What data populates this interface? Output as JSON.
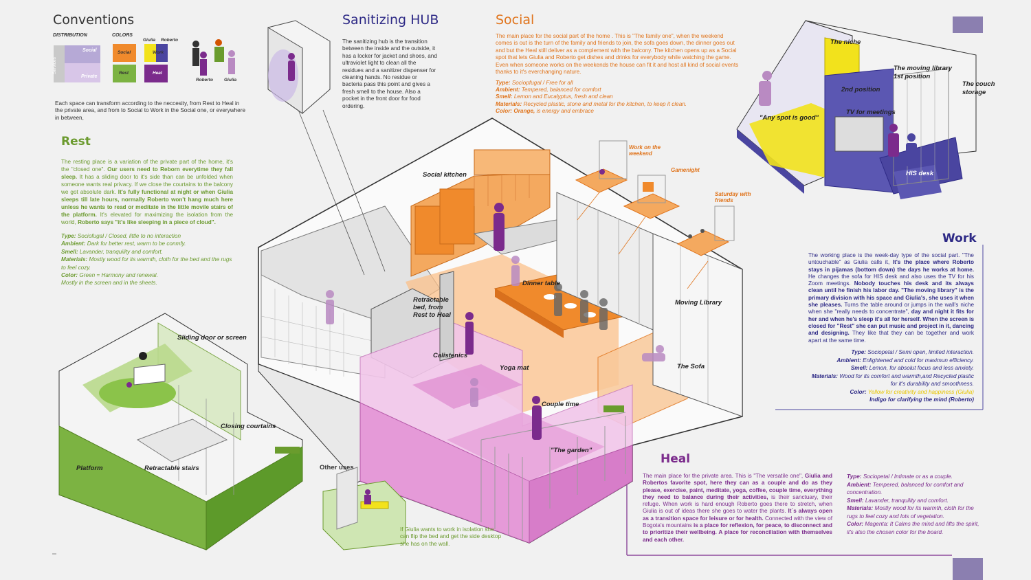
{
  "conventions": {
    "title": "Conventions",
    "distribution_label": "DISTRIBUTION",
    "colors_label": "COLORS",
    "social": "Social",
    "private": "Private",
    "services": "Services",
    "work": "Work",
    "rest": "Rest",
    "heal": "Heal",
    "giulia": "Giulia",
    "roberto": "Roberto",
    "desc": "Each space can transform according to the neccesity, from Rest to Heal in the private area, and from to Social to Work in the Social one, or everywhere in between,"
  },
  "sanitizing": {
    "title": "Sanitizing HUB",
    "text": "The sanitizing hub is the transition between the inside and the outside, it has a locker for jacket and shoes, and ultraviolet light to clean all the residues and a sanitizer dispenser for cleaning hands. No residue or bacteria pass this point and gives a fresh smell to the house. Also a  pocket in the front  door for food ordering."
  },
  "social": {
    "title": "Social",
    "text": "The main place for the social part of the home . This is \"The  family one\", when the weekend comes is out is the turn of the family and friends to join, the sofa goes down, the dinner goes out and but the Heal still deliver as a complement with the balcony. The kitchen opens up as a Social spot that lets Giulia and Roberto get dishes and drinks for everybody while watching the game. Even when someone works on the weekends the house can fit it and host all kind of social events thanks to it's everchanging  nature.",
    "type_k": "Type:",
    "type_v": " Sociopfugal / Free for all",
    "amb_k": "Ambient:",
    "amb_v": " Tempered, balanced for comfort",
    "smell_k": "Smell:",
    "smell_v": " Lemon and Eucalyptus, fresh and clean",
    "mat_k": "Materials:",
    "mat_v": "  Recycled plastic, stone and metal for the kitchen, to keep it clean.",
    "color_k": "Color: Orange,",
    "color_v": " is energy and embrace"
  },
  "rest": {
    "title": "Rest",
    "p1": "The resting place is a variation of the private part of the home, it's the \"closed one\". ",
    "p1b": "Our users need to Reborn  everytime they fall sleep.",
    "p2": " It has a sliding door to it's side than can be unfolded when someone wants real privacy. If we close the courtains to the balcony we got absolute dark. ",
    "p2b": "It's fully functional at night or when Giulia sleeps till late hours, normally Roberto won't hang much here unless he wants to read or meditate in the little movile stairs of the platform.",
    "p3": " It's elevated for maximizing the isolation from the world, ",
    "p3b": "Roberto says \"it's like sleeping in a piece of cloud\".",
    "type_k": "Type:",
    "type_v": " Sociofugal / Closed, little to no interaction",
    "amb_k": "Ambient:",
    "amb_v": " Dark for better rest, warm to be conmfy.",
    "smell_k": "Smell:",
    "smell_v": " Lavander, tranquility and comfort.",
    "mat_k": "Materials:",
    "mat_v": " Mostly wood for its warmth, cloth for the bed and the rugs to feel cozy.",
    "color_k": "Color:",
    "color_v": " Green = Harmony and renewal.",
    "last": "Mostly in the screen and in the sheets."
  },
  "work": {
    "title": "Work",
    "p1": "The working place is the week-day type of the social part. \"The untouchable\" as Giulia calls it, ",
    "p1b": "It's the place where Roberto stays in pijamas (bottom down) the days he works at home.",
    "p2": " He changes the sofa for HIS desk and also uses the TV for his Zoom meetings. ",
    "p2b": "Nobody touches his desk and its always clean until he finish his labor day. \"The moving library\" is the primary division with his space and Giulia's, she uses it when she pleases.",
    "p3": " Turns the table around or jumps in the wall's niche when she \"really needs to concentrate\", ",
    "p3b": "day and night it fits for her and when he's sleep it's all for herself. When the screen is closed for \"Rest\" she can put music and project in it, dancing and designing.",
    "p4": " They like that they can be together and work apart at the same time.",
    "type_k": "Type:",
    "type_v": " Sociopetal / Semi open, limited interaction.",
    "amb_k": "Ambient:",
    "amb_v": " Enlightened and cold for maximun efficiency.",
    "smell_k": "Smell:",
    "smell_v": " Lemon, for absolut focus and less anxiety.",
    "mat_k": "Materials:",
    "mat_v": " Wood for its comfort and warmth,and Recycled plastic for it's durability and smoothness.",
    "color_k": "Color:",
    "color_v": " Yellow for creativity and happiness (Giulia)",
    "color_v2": "Indigo for clarifying the mind (Roberto)"
  },
  "heal": {
    "title": "Heal",
    "p1": "The main place for the private area. This is \"The  versatile one\", ",
    "p1b": "Giulia and Robertos favorite spot, here they can as a couple and do as they please, exercise, paint, meditate, yoga, coffee, couple time, everything they need to balance during their activities,",
    "p2": " is their sanctuary, their refuge. When work is hard enough Roberto goes there to stretch, when Giulia is out of ideas there she goes to water the plants. ",
    "p2b": "It´s always open as a transition space for leisure or for health.",
    "p3": " Connected with the view of Bogota's mountains ",
    "p3b": "is a place for reflexion, for peace, to disconnect and to prioritize their wellbeing. A place for reconciliation with themselves and each other.",
    "type_k": "Type:",
    "type_v": " Sociopetal /  Intimate or as a couple.",
    "amb_k": "Ambient:",
    "amb_v": " Tempered, balanced for comfort and concentration.",
    "smell_k": "Smell:",
    "smell_v": " Lavander, tranquility and comfort.",
    "mat_k": "Materials:",
    "mat_v": " Mostly wood for its warmth, cloth for the rugs to feel cozy and lots of vegetation.",
    "color_k": "Color:",
    "color_v": " Magenta: It Calms the mind and lifts the spirit, it's also the chosen color for the board."
  },
  "other_uses": {
    "title": "Other uses",
    "text": "If Giulia wants to work in isolation she can flip the bed and get the side desktop she has on the wall."
  },
  "labels": {
    "social_kitchen": "Social kitchen",
    "dinner_table": "Dinner table",
    "retractable_bed": "Retractable bed, from Rest to Heal",
    "calistenics": "Calistenics",
    "yoga_mat": "Yoga mat",
    "couple_time": "Couple time",
    "the_garden": "\"The garden\"",
    "moving_library": "Moving Library",
    "the_sofa": "The Sofa",
    "sliding_door": "Sliding door or screen",
    "closing_courtains": "Closing courtains",
    "platform": "Platform",
    "retractable_stairs": "Retractable stairs",
    "work_weekend": "Work on the weekend",
    "gamenight": "Gamenight",
    "saturday": "Saturday with friends",
    "the_niche": "The niche",
    "moving_lib_1": "The moving library 1st position",
    "couch_storage": "The couch storage",
    "second_pos": "2nd position",
    "tv_meetings": "TV for meetings",
    "any_spot": "\"Any spot is good\"",
    "his_desk": "HIS desk"
  },
  "palette": {
    "orange": "#f08a2c",
    "green": "#7cb342",
    "purple": "#7b2b8c",
    "indigo": "#4a45a0",
    "yellow": "#f2e21c",
    "magenta": "#e6a8dd",
    "accent_square": "#8b7fb0"
  }
}
